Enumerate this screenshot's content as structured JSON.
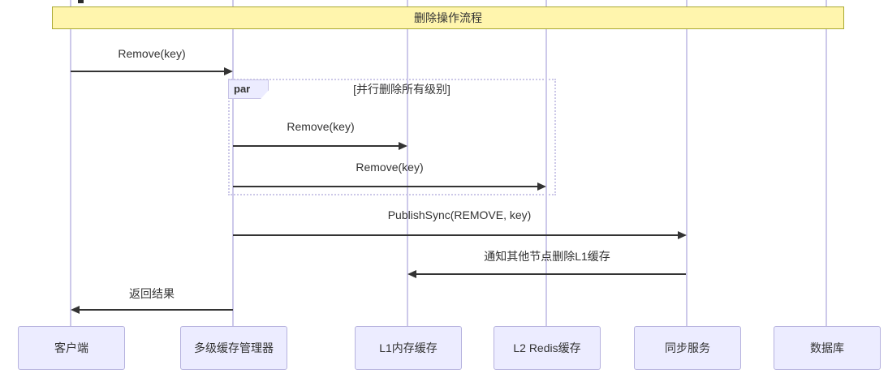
{
  "diagram": {
    "type": "sequence-diagram",
    "note_title": "删除操作流程",
    "participants": [
      {
        "id": "client",
        "label": "客户端"
      },
      {
        "id": "cache-manager",
        "label": "多级缓存管理器"
      },
      {
        "id": "l1-cache",
        "label": "L1内存缓存"
      },
      {
        "id": "l2-cache",
        "label": "L2 Redis缓存"
      },
      {
        "id": "sync-service",
        "label": "同步服务"
      },
      {
        "id": "database",
        "label": "数据库"
      }
    ],
    "fragment": {
      "type_label": "par",
      "condition": "[并行删除所有级别]"
    },
    "messages": [
      {
        "label": "Remove(key)",
        "from": "客户端",
        "to": "多级缓存管理器",
        "direction": "right"
      },
      {
        "label": "Remove(key)",
        "from": "多级缓存管理器",
        "to": "L1内存缓存",
        "direction": "right"
      },
      {
        "label": "Remove(key)",
        "from": "多级缓存管理器",
        "to": "L2 Redis缓存",
        "direction": "right"
      },
      {
        "label": "PublishSync(REMOVE, key)",
        "from": "多级缓存管理器",
        "to": "同步服务",
        "direction": "right"
      },
      {
        "label": "通知其他节点删除L1缓存",
        "from": "同步服务",
        "to": "L1内存缓存",
        "direction": "left"
      },
      {
        "label": "返回结果",
        "from": "多级缓存管理器",
        "to": "客户端",
        "direction": "left"
      }
    ],
    "colors": {
      "note_bg": "#fff5ad",
      "note_border": "#aaaa33",
      "actor_bg": "#ececff",
      "actor_border": "#b6b2de",
      "lifeline": "#cdc9ea",
      "fragment_border": "#ccc8e8",
      "arrow": "#333333",
      "text": "#333333",
      "background": "#ffffff"
    }
  }
}
